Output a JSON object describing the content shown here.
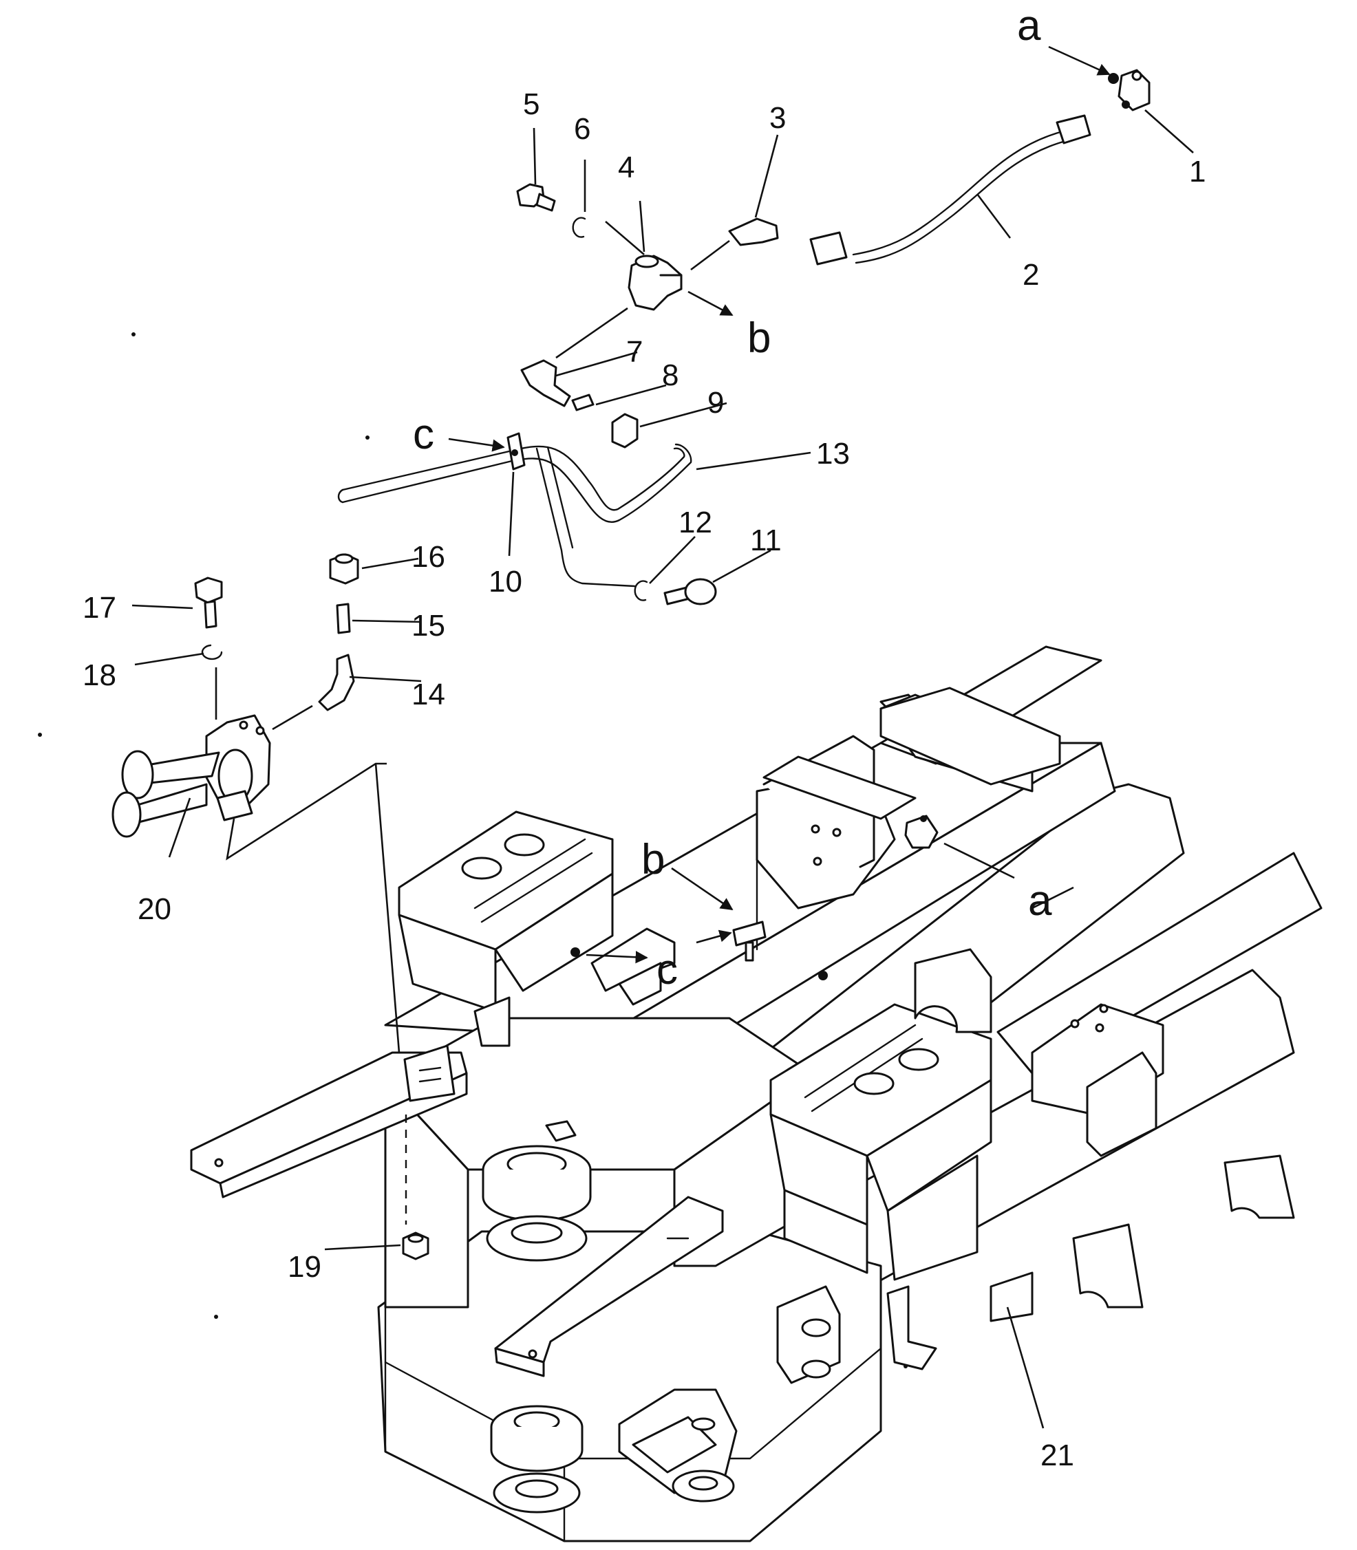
{
  "diagram": {
    "part_numbers": [
      "1",
      "2",
      "3",
      "4",
      "5",
      "6",
      "7",
      "8",
      "9",
      "10",
      "11",
      "12",
      "13",
      "14",
      "15",
      "16",
      "17",
      "18",
      "19",
      "20",
      "21"
    ],
    "reference_marks": {
      "a_top": "a",
      "a_frame": "a",
      "b_top": "b",
      "b_frame": "b",
      "c_top": "c",
      "c_frame": "c"
    }
  },
  "colors": {
    "line": "#111111",
    "background": "#ffffff"
  }
}
